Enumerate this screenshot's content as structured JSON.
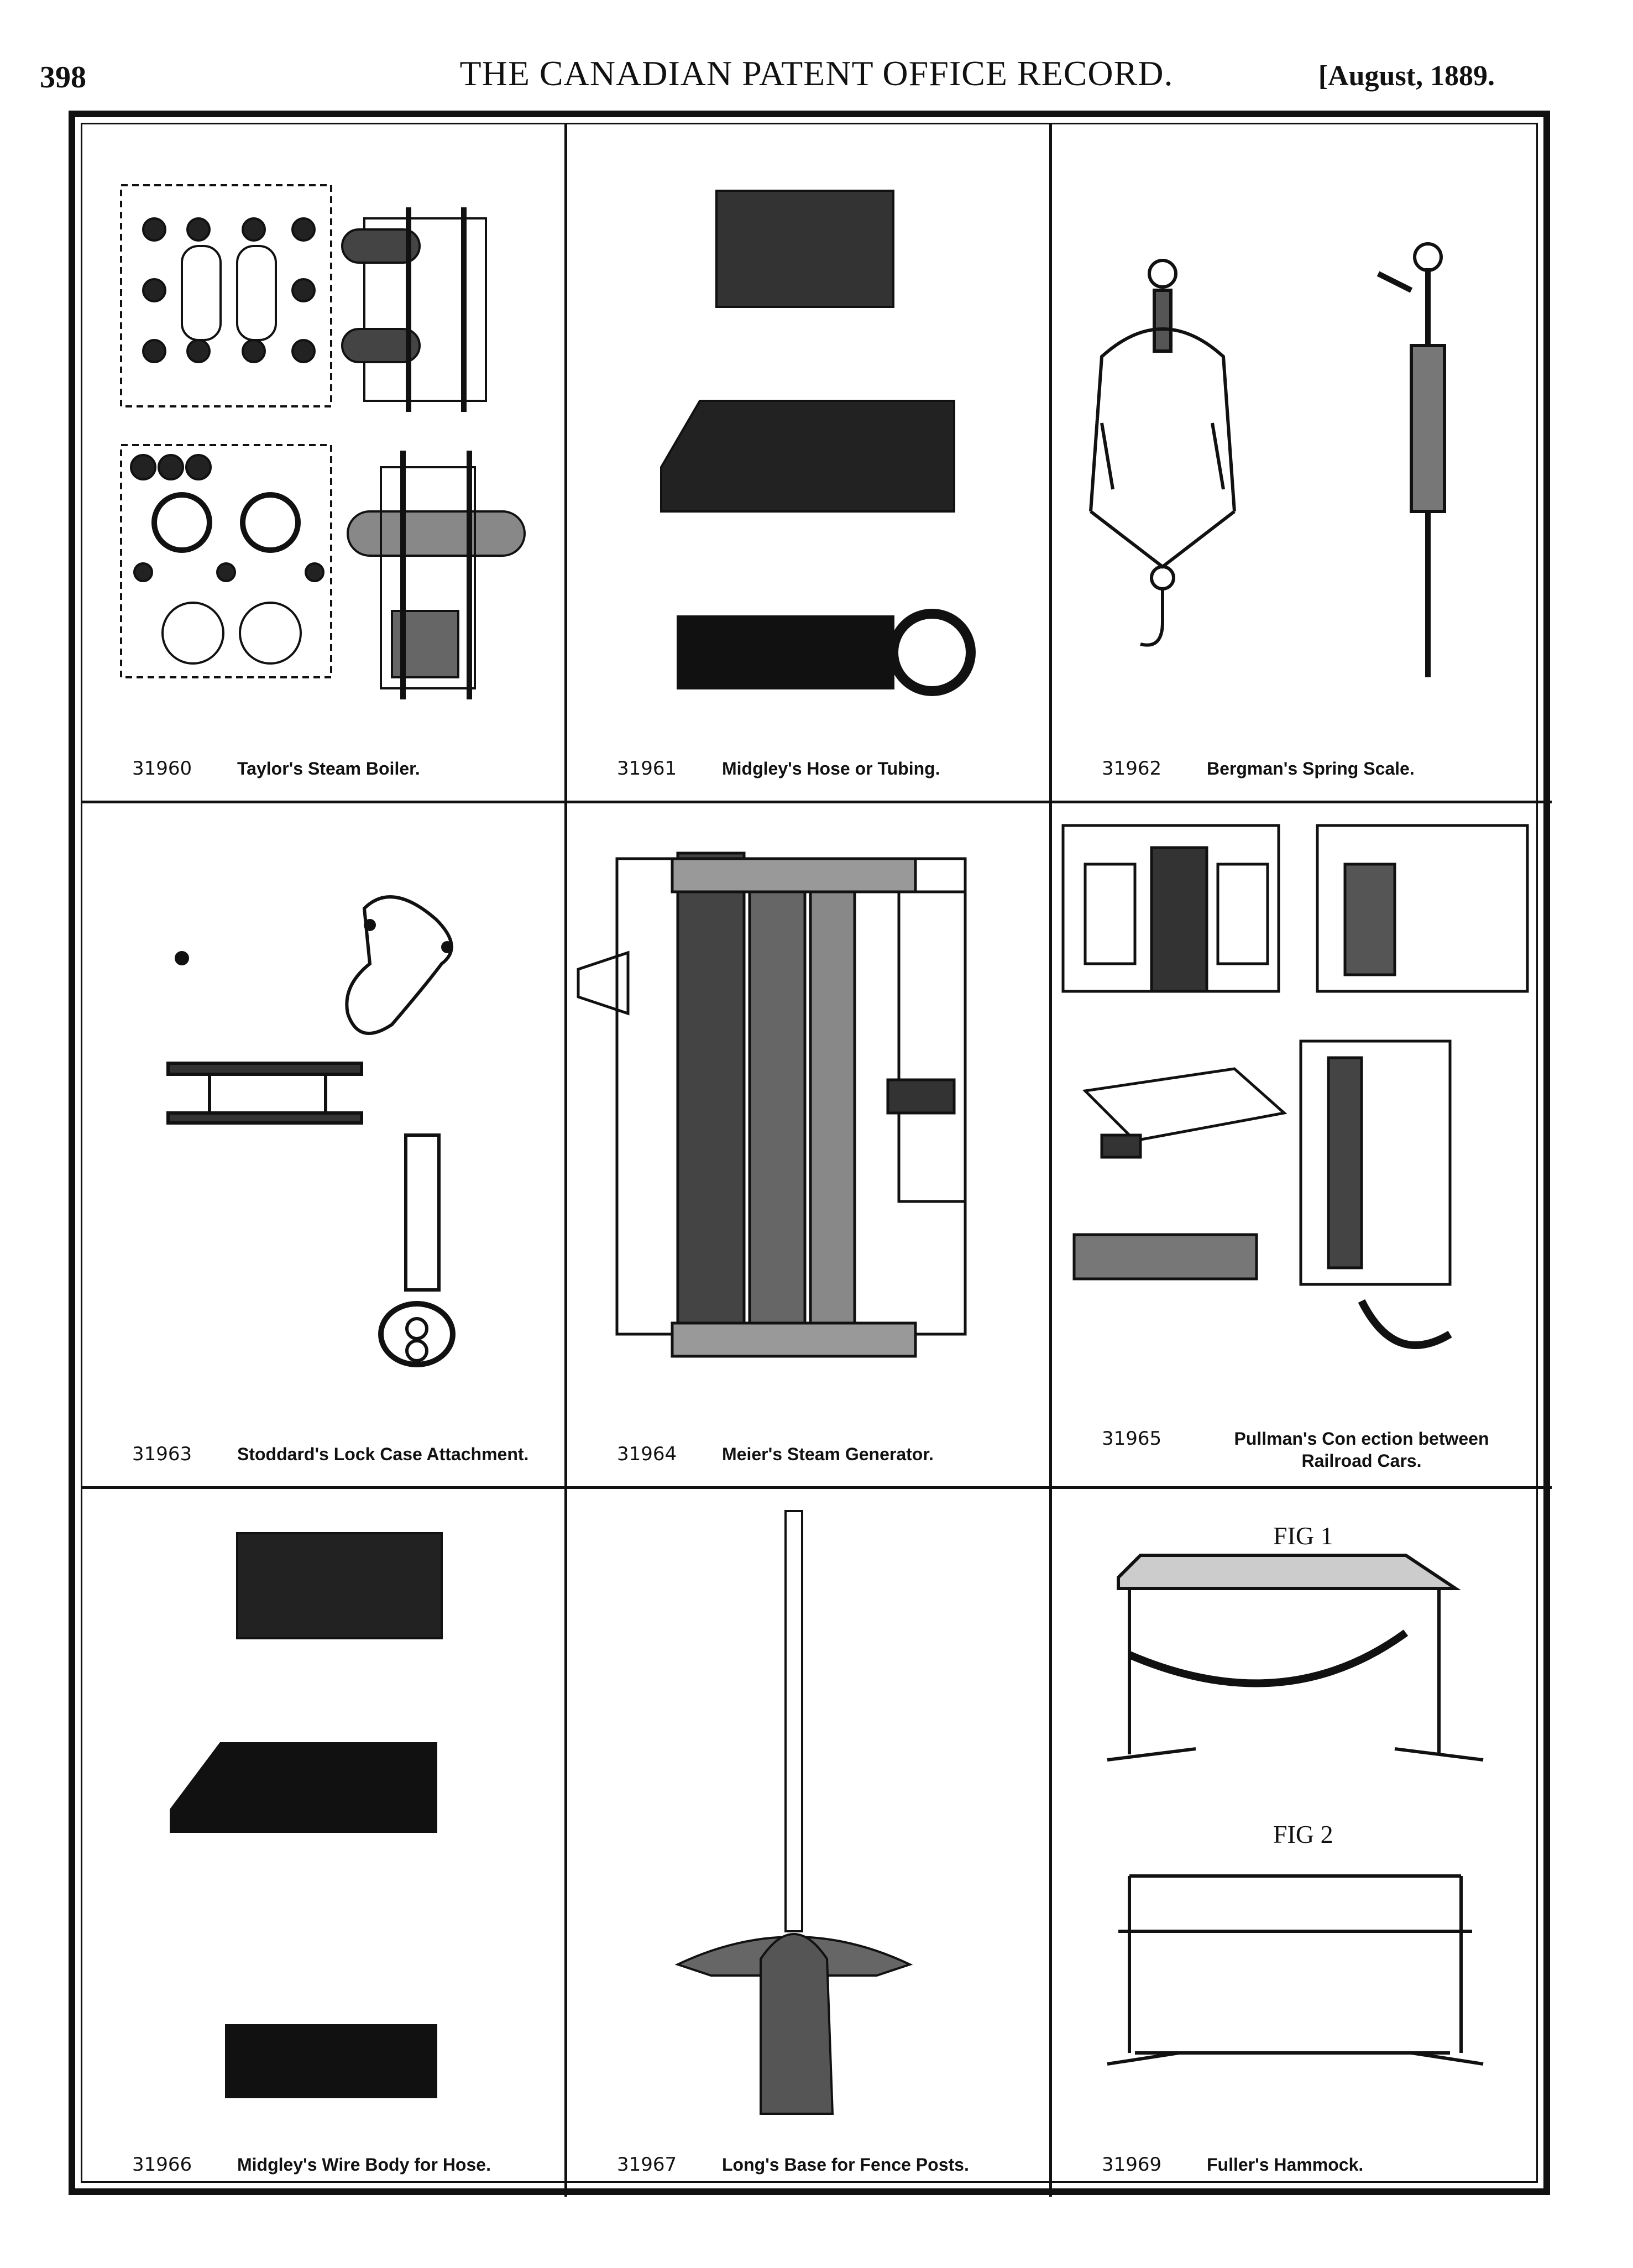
{
  "header": {
    "page_number": "398",
    "title": "THE CANADIAN PATENT OFFICE RECORD.",
    "date": "[August, 1889."
  },
  "patents": [
    {
      "number": "31960",
      "title": "Taylor's Steam Boiler."
    },
    {
      "number": "31961",
      "title": "Midgley's Hose or Tubing."
    },
    {
      "number": "31962",
      "title": "Bergman's Spring Scale."
    },
    {
      "number": "31963",
      "title": "Stoddard's Lock Case Attachment."
    },
    {
      "number": "31964",
      "title": "Meier's Steam Generator."
    },
    {
      "number": "31965",
      "title": "Pullman's Con ection between Railroad Cars."
    },
    {
      "number": "31966",
      "title": "Midgley's Wire Body for Hose."
    },
    {
      "number": "31967",
      "title": "Long's Base for Fence Posts."
    },
    {
      "number": "31969",
      "title": "Fuller's Hammock."
    }
  ],
  "figure_labels": {
    "hammock_fig1": "FIG 1",
    "hammock_fig2": "FIG 2"
  }
}
